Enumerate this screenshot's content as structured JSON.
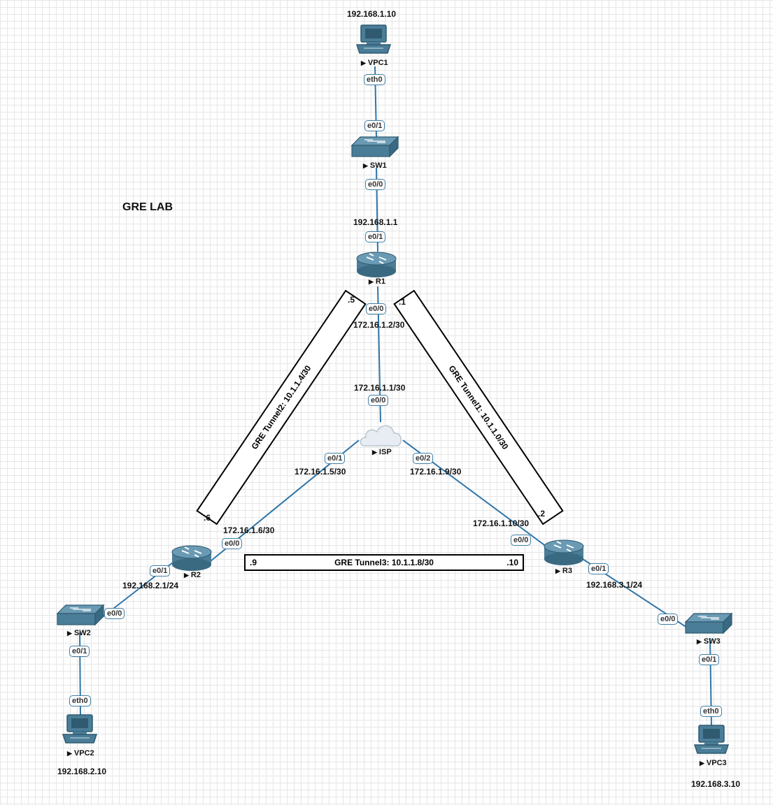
{
  "title": "GRE LAB",
  "nodes": {
    "vpc1": {
      "name": "VPC1",
      "ip": "192.168.1.10",
      "port": "eth0"
    },
    "sw1": {
      "name": "SW1",
      "port_down_from_vpc": "e0/1",
      "port_to_r1": "e0/0"
    },
    "r1": {
      "name": "R1",
      "lan_ip": "192.168.1.1",
      "lan_port": "e0/1",
      "wan_port": "e0/0",
      "wan_ip": "172.16.1.2/30"
    },
    "isp": {
      "name": "ISP",
      "port_r1": "e0/0",
      "ip_r1": "172.16.1.1/30",
      "port_r2": "e0/1",
      "ip_r2": "172.16.1.5/30",
      "port_r3": "e0/2",
      "ip_r3": "172.16.1.9/30"
    },
    "r2": {
      "name": "R2",
      "wan_ip": "172.16.1.6/30",
      "wan_port": "e0/0",
      "lan_port": "e0/1",
      "lan_ip": "192.168.2.1/24"
    },
    "sw2": {
      "name": "SW2",
      "port_to_r2": "e0/0",
      "port_to_vpc": "e0/1"
    },
    "vpc2": {
      "name": "VPC2",
      "port": "eth0",
      "ip": "192.168.2.10"
    },
    "r3": {
      "name": "R3",
      "wan_ip": "172.16.1.10/30",
      "wan_port": "e0/0",
      "lan_port": "e0/1",
      "lan_ip": "192.168.3.1/24"
    },
    "sw3": {
      "name": "SW3",
      "port_to_r3": "e0/0",
      "port_to_vpc": "e0/1"
    },
    "vpc3": {
      "name": "VPC3",
      "port": "eth0",
      "ip": "192.168.3.10"
    }
  },
  "tunnels": {
    "t1": {
      "label": "GRE Tunnel1: 10.1.1.0/30",
      "start": ".1",
      "end": ".2"
    },
    "t2": {
      "label": "GRE Tunnel2: 10.1.1.4/30",
      "start": ".5",
      "end": ".6"
    },
    "t3": {
      "label": "GRE Tunnel3: 10.1.1.8/30",
      "start": ".9",
      "end": ".10"
    }
  },
  "colors": {
    "link": "#2f75a8",
    "device_fill": "#4a7d97",
    "device_dark": "#2f5a70",
    "cloud": "#e7edf2"
  }
}
